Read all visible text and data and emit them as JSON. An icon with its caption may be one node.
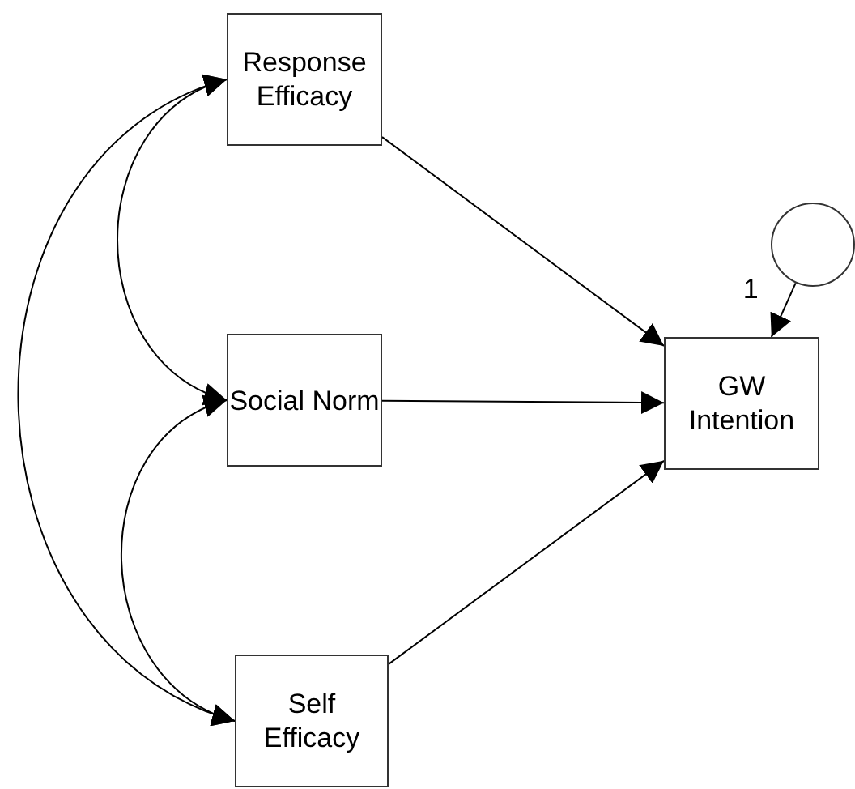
{
  "diagram": {
    "nodes": [
      {
        "text": [
          "Response Efficacy"
        ]
      },
      {
        "text": [
          "Social Norm"
        ]
      },
      {
        "text": [
          "Self Efficacy"
        ]
      },
      {
        "text": [
          "GW Intention"
        ]
      },
      {
        "text": [],
        "shape": "circle"
      }
    ],
    "edges": [
      {
        "from": 0,
        "to": 3,
        "arrow": "to"
      },
      {
        "from": 1,
        "to": 3,
        "arrow": "to"
      },
      {
        "from": 2,
        "to": 3,
        "arrow": "to"
      },
      {
        "from": 4,
        "to": 3,
        "arrow": "to",
        "label": "1"
      },
      {
        "from": 0,
        "to": 1,
        "arrow": "both"
      },
      {
        "from": 1,
        "to": 2,
        "arrow": "both"
      },
      {
        "from": 0,
        "to": 2,
        "arrow": "both"
      }
    ]
  }
}
